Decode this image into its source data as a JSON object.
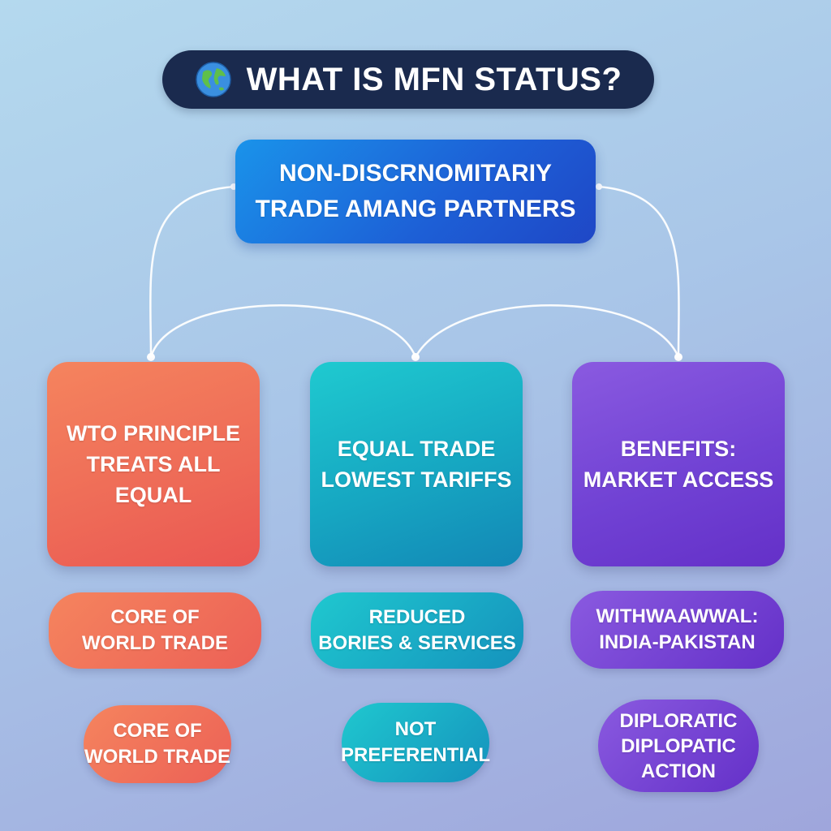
{
  "title": {
    "icon": "globe-icon",
    "text": "WHAT IS MFN STATUS?"
  },
  "center": {
    "text": "NON-DISCRNOMITARIY\nTRADE AMANG PARTNERS"
  },
  "cards": [
    {
      "text": "WTO PRINCIPLE\nTREATS ALL EQUAL",
      "color": "#ee6a57"
    },
    {
      "text": "EQUAL TRADE\nLOWEST TARIFFS",
      "color": "#16a7c2"
    },
    {
      "text": "BENEFITS:\nMARKET ACCESS",
      "color": "#7142d4"
    }
  ],
  "pills_row1": [
    {
      "text": "CORE OF\nWORLD TRADE"
    },
    {
      "text": "REDUCED\nBORIES & SERVICES"
    },
    {
      "text": "WITHWAAWWAL:\nINDIA-PAKISTAN"
    }
  ],
  "pills_row2": [
    {
      "text": "CORE OF\nWORLD TRADE"
    },
    {
      "text": "NOT\nPREFERENTIAL"
    },
    {
      "text": "DIPLORATIC\nDIPLOPATIC\nACTION"
    }
  ]
}
